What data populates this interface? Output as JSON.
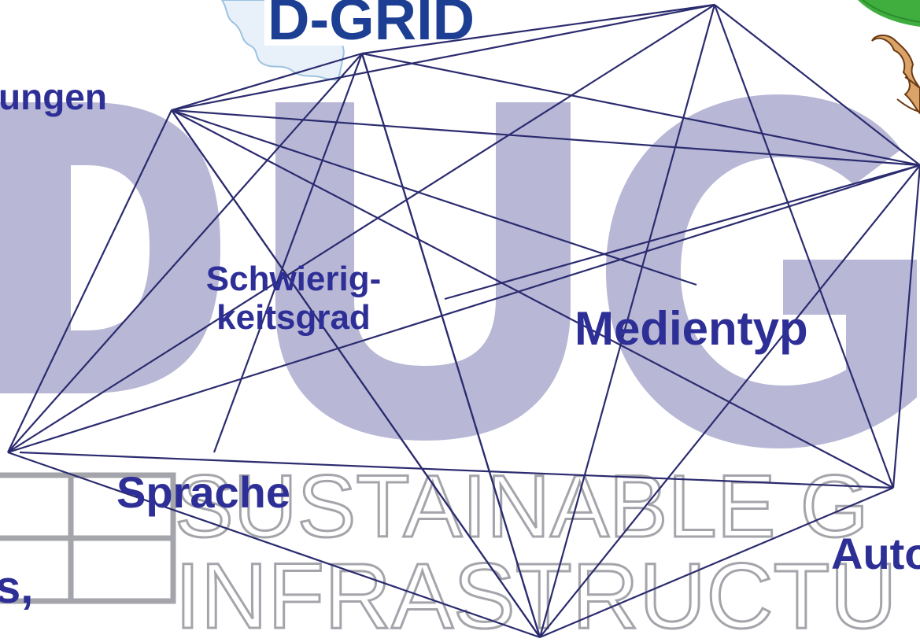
{
  "background": {
    "logo_text": "D-GRID",
    "big_letters": "DUG",
    "banner_line1": "SUSTAINABLE G",
    "banner_line2": "INFRASTRUCTU",
    "colors": {
      "big_letters": "#b8b8d6",
      "banner": "#a4a4ab",
      "logo": "#1c3f93",
      "map": "#9cc3e0",
      "leaf": "#3fae3f"
    }
  },
  "labels": {
    "ungen": "ungen",
    "schwierig_line1": "Schwierig-",
    "schwierig_line2": "keitsgrad",
    "medientyp": "Medientyp",
    "sprache": "Sprache",
    "auto": "Auto",
    "comma": "s,"
  },
  "colors": {
    "label": "#2e2f96",
    "line": "#2b2b6f"
  },
  "icons": {
    "map": "germany-map-icon",
    "hand": "hand-icon",
    "leaf": "green-leaf-icon"
  }
}
